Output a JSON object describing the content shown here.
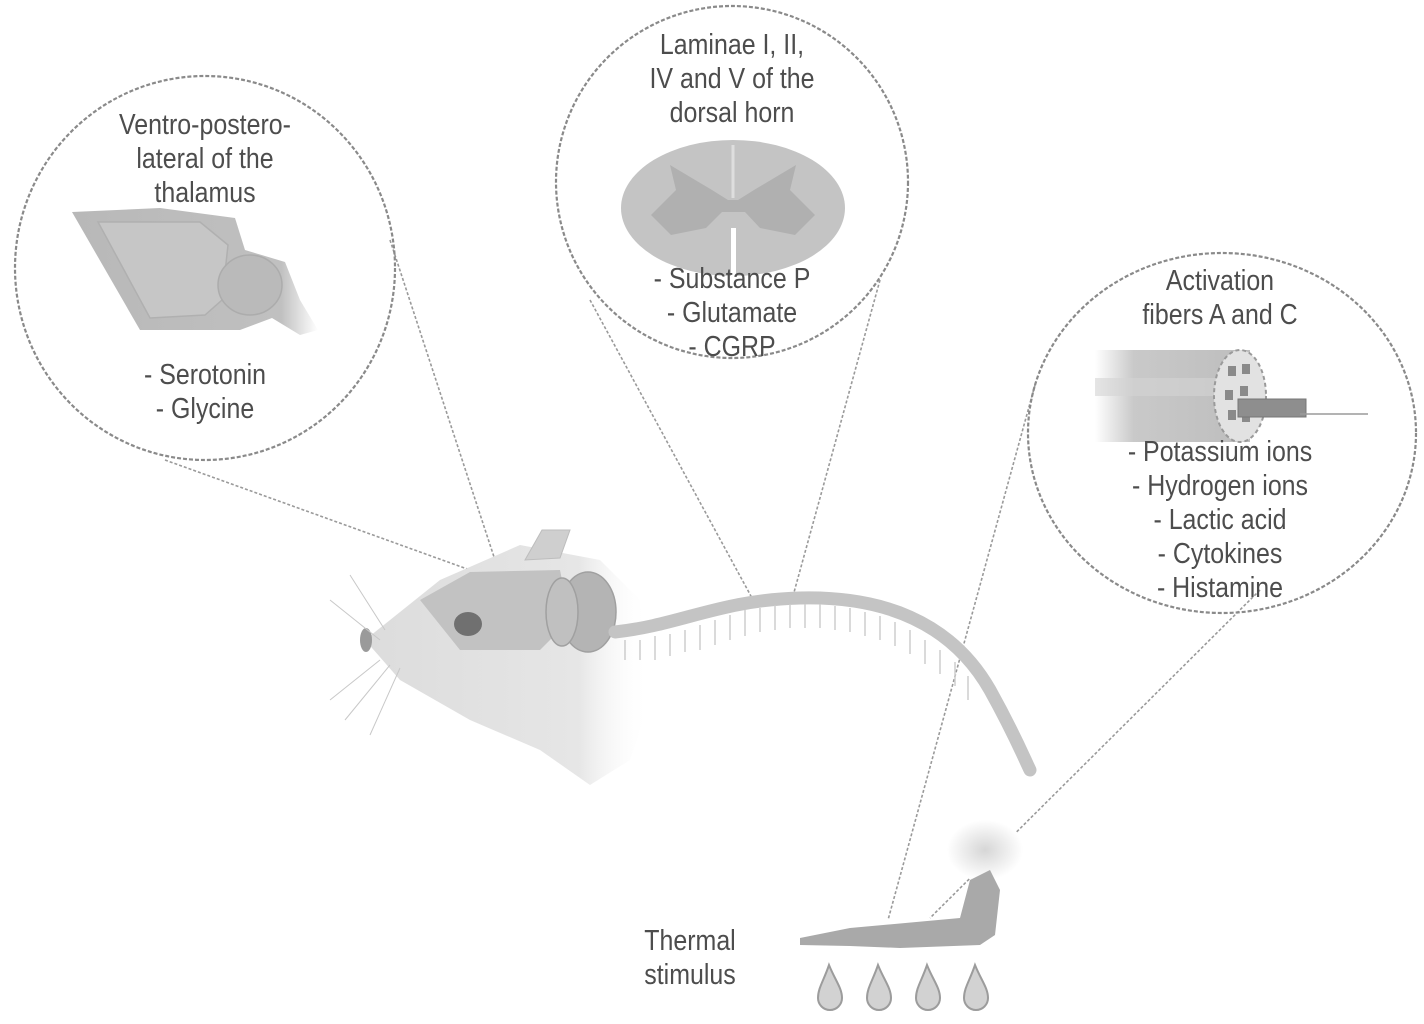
{
  "colors": {
    "text": "#4d4d4d",
    "circle_stroke": "#8a8a8a",
    "tissue_light": "#c8c8c8",
    "tissue_mid": "#b0b0b0",
    "tissue_dark": "#7a7a7a"
  },
  "callouts": {
    "thalamus": {
      "title_lines": [
        "Ventro-postero-",
        "lateral of the",
        "thalamus"
      ],
      "items": [
        "- Serotonin",
        "- Glycine"
      ],
      "icon": "brain-icon"
    },
    "dorsal_horn": {
      "title_lines": [
        "Laminae I, II,",
        "IV and V of the",
        "dorsal horn"
      ],
      "items": [
        "- Substance P",
        "- Glutamate",
        "- CGRP"
      ],
      "icon": "spinal-cord-section-icon"
    },
    "fibers": {
      "title_lines": [
        "Activation",
        "fibers A and C"
      ],
      "items": [
        "- Potassium ions",
        "- Hydrogen ions",
        "- Lactic acid",
        "- Cytokines",
        "- Histamine"
      ],
      "icon": "nerve-fiber-icon"
    }
  },
  "stimulus": {
    "label_lines": [
      "Thermal",
      "stimulus"
    ],
    "flame_count": 4
  }
}
